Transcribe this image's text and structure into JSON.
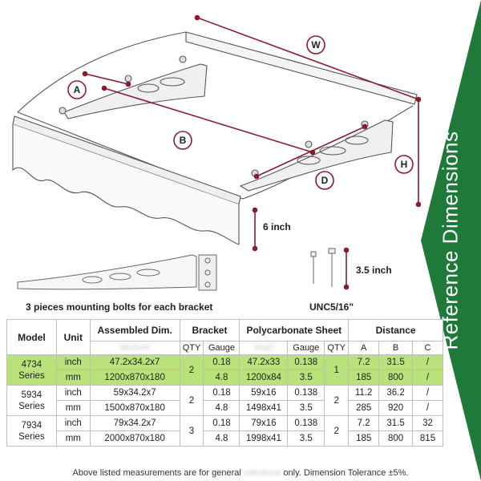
{
  "side_title": "Reference Dimensions",
  "colors": {
    "banner_green": "#1f7a3a",
    "dim_red": "#8b1a2b",
    "highlight_green": "#b9e27b"
  },
  "diagram": {
    "labels": {
      "W": "W",
      "A": "A",
      "B": "B",
      "D": "D",
      "H": "H"
    },
    "bracket_height": "6 inch",
    "bolt_length": "3.5 inch",
    "bolt_spec": "UNC5/16\"",
    "bolts_caption": "3 pieces mounting bolts for each bracket"
  },
  "table": {
    "headers": {
      "model": "Model",
      "unit": "Unit",
      "assembled": "Assembled Dim.",
      "bracket": "Bracket",
      "sheet": "Polycarbonate Sheet",
      "distance": "Distance",
      "qty": "QTY",
      "gauge": "Gauge",
      "a": "A",
      "b": "B",
      "c": "C"
    },
    "rows": [
      {
        "model": "4734\nSeries",
        "highlight": true,
        "bracket_qty": "2",
        "sheet_qty": "1",
        "lines": [
          {
            "unit": "inch",
            "assembled": "47.2x34.2x7",
            "bracket_gauge": "0.18",
            "sheet_dim": "47.2x33",
            "sheet_gauge": "0.138",
            "a": "7.2",
            "b": "31.5",
            "c": "/"
          },
          {
            "unit": "mm",
            "assembled": "1200x870x180",
            "bracket_gauge": "4.8",
            "sheet_dim": "1200x84",
            "sheet_gauge": "3.5",
            "a": "185",
            "b": "800",
            "c": "/"
          }
        ]
      },
      {
        "model": "5934\nSeries",
        "highlight": false,
        "bracket_qty": "2",
        "sheet_qty": "2",
        "lines": [
          {
            "unit": "inch",
            "assembled": "59x34.2x7",
            "bracket_gauge": "0.18",
            "sheet_dim": "59x16",
            "sheet_gauge": "0.138",
            "a": "11.2",
            "b": "36.2",
            "c": "/"
          },
          {
            "unit": "mm",
            "assembled": "1500x870x180",
            "bracket_gauge": "4.8",
            "sheet_dim": "1498x41",
            "sheet_gauge": "3.5",
            "a": "285",
            "b": "920",
            "c": "/"
          }
        ]
      },
      {
        "model": "7934\nSeries",
        "highlight": false,
        "bracket_qty": "3",
        "sheet_qty": "2",
        "lines": [
          {
            "unit": "inch",
            "assembled": "79x34.2x7",
            "bracket_gauge": "0.18",
            "sheet_dim": "79x16",
            "sheet_gauge": "0.138",
            "a": "7.2",
            "b": "31.5",
            "c": "32"
          },
          {
            "unit": "mm",
            "assembled": "2000x870x180",
            "bracket_gauge": "4.8",
            "sheet_dim": "1998x41",
            "sheet_gauge": "3.5",
            "a": "185",
            "b": "800",
            "c": "815"
          }
        ]
      }
    ]
  },
  "footnote": "Above listed measurements are for general reference only. Dimension Tolerance ±5%."
}
